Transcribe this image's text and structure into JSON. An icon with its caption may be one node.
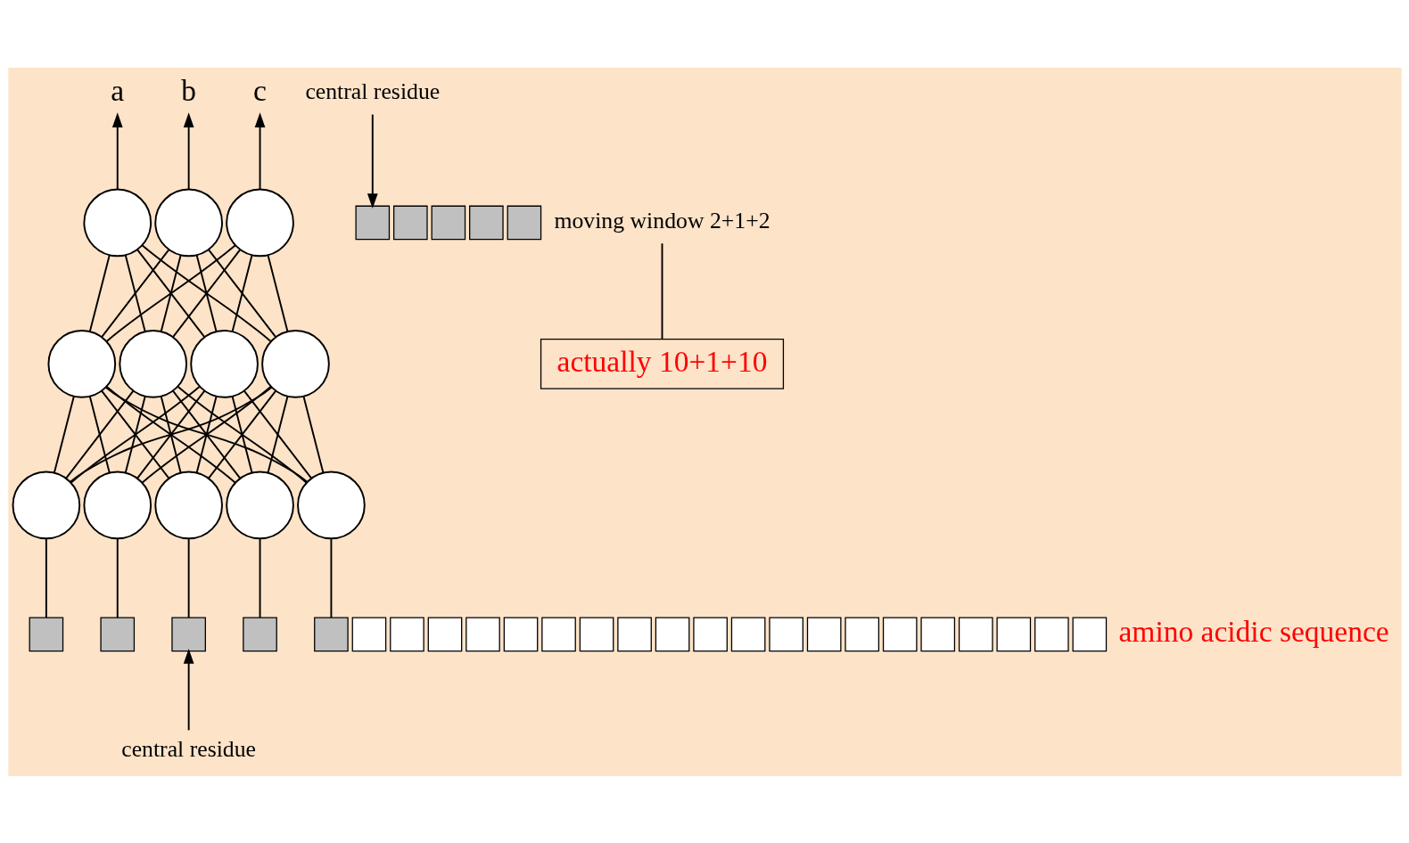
{
  "diagram": {
    "nodes": [
      {
        "text": [
          "a"
        ]
      },
      {
        "text": [
          "b"
        ]
      },
      {
        "text": [
          "c"
        ]
      },
      {
        "text": [
          "central residue"
        ]
      },
      {
        "text": [],
        "shape": "box"
      },
      {
        "text": [],
        "shape": "box"
      },
      {
        "text": [],
        "shape": "box"
      },
      {
        "text": [],
        "shape": "box"
      },
      {
        "text": [],
        "shape": "box"
      },
      {
        "text": [
          "moving window 2+1+2"
        ]
      },
      {
        "text": [],
        "shape": "circle"
      },
      {
        "text": [],
        "shape": "circle"
      },
      {
        "text": [],
        "shape": "circle"
      },
      {
        "text": [],
        "shape": "circle"
      },
      {
        "text": [],
        "shape": "circle"
      },
      {
        "text": [],
        "shape": "circle"
      },
      {
        "text": [],
        "shape": "circle"
      },
      {
        "text": [
          "actually 10+1+10"
        ]
      },
      {
        "text": [],
        "shape": "circle"
      },
      {
        "text": [],
        "shape": "circle"
      },
      {
        "text": [],
        "shape": "circle"
      },
      {
        "text": [],
        "shape": "circle"
      },
      {
        "text": [],
        "shape": "circle"
      },
      {
        "text": [],
        "shape": "box"
      },
      {
        "text": [],
        "shape": "box"
      },
      {
        "text": [],
        "shape": "box"
      },
      {
        "text": [],
        "shape": "box"
      },
      {
        "text": [],
        "shape": "box"
      },
      {
        "text": [],
        "shape": "box"
      },
      {
        "text": [],
        "shape": "box"
      },
      {
        "text": [],
        "shape": "box"
      },
      {
        "text": [],
        "shape": "box"
      },
      {
        "text": [],
        "shape": "box"
      },
      {
        "text": [],
        "shape": "box"
      },
      {
        "text": [],
        "shape": "box"
      },
      {
        "text": [],
        "shape": "box"
      },
      {
        "text": [],
        "shape": "box"
      },
      {
        "text": [],
        "shape": "box"
      },
      {
        "text": [],
        "shape": "box"
      },
      {
        "text": [],
        "shape": "box"
      },
      {
        "text": [],
        "shape": "box"
      },
      {
        "text": [],
        "shape": "box"
      },
      {
        "text": [],
        "shape": "box"
      },
      {
        "text": [],
        "shape": "box"
      },
      {
        "text": [],
        "shape": "box"
      },
      {
        "text": [],
        "shape": "box"
      },
      {
        "text": [],
        "shape": "box"
      },
      {
        "text": [],
        "shape": "box"
      },
      {
        "text": [
          "central residue"
        ]
      }
    ],
    "edges": [
      {
        "from": 10,
        "to": 0,
        "arrow": "to"
      },
      {
        "from": 11,
        "to": 1,
        "arrow": "to"
      },
      {
        "from": 12,
        "to": 2,
        "arrow": "to"
      },
      {
        "from": 3,
        "to": 6,
        "arrow": "to"
      },
      {
        "from": 9,
        "to": 17,
        "arrow": "none"
      },
      {
        "from": 13,
        "to": 10,
        "arrow": "none"
      },
      {
        "from": 13,
        "to": 11,
        "arrow": "none"
      },
      {
        "from": 13,
        "to": 12,
        "arrow": "none"
      },
      {
        "from": 14,
        "to": 10,
        "arrow": "none"
      },
      {
        "from": 14,
        "to": 11,
        "arrow": "none"
      },
      {
        "from": 14,
        "to": 12,
        "arrow": "none"
      },
      {
        "from": 15,
        "to": 10,
        "arrow": "none"
      },
      {
        "from": 15,
        "to": 11,
        "arrow": "none"
      },
      {
        "from": 15,
        "to": 12,
        "arrow": "none"
      },
      {
        "from": 16,
        "to": 10,
        "arrow": "none"
      },
      {
        "from": 16,
        "to": 11,
        "arrow": "none"
      },
      {
        "from": 16,
        "to": 12,
        "arrow": "none"
      },
      {
        "from": 18,
        "to": 13,
        "arrow": "none"
      },
      {
        "from": 18,
        "to": 14,
        "arrow": "none"
      },
      {
        "from": 18,
        "to": 15,
        "arrow": "none"
      },
      {
        "from": 18,
        "to": 16,
        "arrow": "none"
      },
      {
        "from": 19,
        "to": 13,
        "arrow": "none"
      },
      {
        "from": 19,
        "to": 14,
        "arrow": "none"
      },
      {
        "from": 19,
        "to": 15,
        "arrow": "none"
      },
      {
        "from": 19,
        "to": 16,
        "arrow": "none"
      },
      {
        "from": 20,
        "to": 13,
        "arrow": "none"
      },
      {
        "from": 20,
        "to": 14,
        "arrow": "none"
      },
      {
        "from": 20,
        "to": 15,
        "arrow": "none"
      },
      {
        "from": 20,
        "to": 16,
        "arrow": "none"
      },
      {
        "from": 21,
        "to": 13,
        "arrow": "none"
      },
      {
        "from": 21,
        "to": 14,
        "arrow": "none"
      },
      {
        "from": 21,
        "to": 15,
        "arrow": "none"
      },
      {
        "from": 21,
        "to": 16,
        "arrow": "none"
      },
      {
        "from": 22,
        "to": 13,
        "arrow": "none"
      },
      {
        "from": 22,
        "to": 14,
        "arrow": "none"
      },
      {
        "from": 22,
        "to": 15,
        "arrow": "none"
      },
      {
        "from": 22,
        "to": 16,
        "arrow": "none"
      },
      {
        "from": 33,
        "to": 18,
        "arrow": "none"
      },
      {
        "from": 34,
        "to": 19,
        "arrow": "none"
      },
      {
        "from": 35,
        "to": 20,
        "arrow": "none"
      },
      {
        "from": 36,
        "to": 21,
        "arrow": "none"
      },
      {
        "from": 37,
        "to": 22,
        "arrow": "none"
      },
      {
        "from": 48,
        "to": 35,
        "arrow": "to"
      }
    ],
    "labels": [
      "amino acidic sequence"
    ]
  }
}
